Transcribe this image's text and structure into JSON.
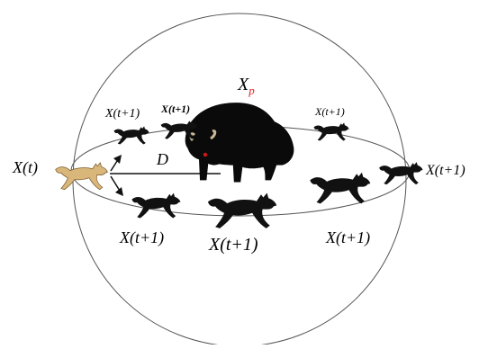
{
  "labels": {
    "prey_symbol": "X",
    "prey_subscript": "p",
    "current_position": "X(t)",
    "distance": "D",
    "next_top_left": "X(t+1)",
    "next_top_center": "X(t+1)",
    "next_top_right": "X(t+1)",
    "next_right": "X(t+1)",
    "next_bottom_left": "X(t+1)",
    "next_bottom_center": "X(t+1)",
    "next_bottom_right": "X(t+1)"
  },
  "colors": {
    "line": "#555555",
    "wolf_current": "#d9b67a",
    "wolf_next": "#111111",
    "prey": "#0a0a0a",
    "prey_subscript": "#e02020",
    "prey_eye": "#d01818",
    "horn": "#c9b79a"
  },
  "icons": {
    "current_agent": "wolf-tan-icon",
    "candidate_agents": "wolf-silhouette-icon",
    "prey": "bison-icon"
  }
}
